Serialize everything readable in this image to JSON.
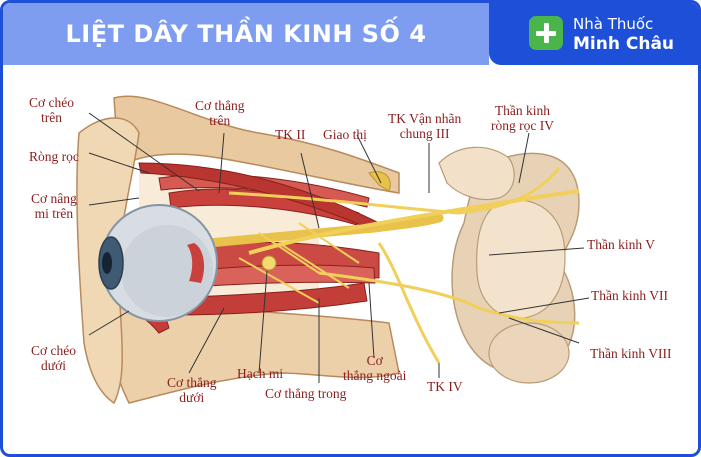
{
  "header": {
    "title": "LIỆT DÂY THẦN KINH SỐ 4"
  },
  "brand": {
    "line1": "Nhà Thuốc",
    "line2": "Minh Châu",
    "icon": "plus-icon",
    "color": "#1d4fd8",
    "accent": "#49b54a"
  },
  "labels": {
    "co_cheo_tren_1": "Cơ chéo",
    "co_cheo_tren_2": "trên",
    "rong_roc": "Ròng rọc",
    "co_nang_1": "Cơ nâng",
    "co_nang_2": "mi trên",
    "co_cheo_duoi_1": "Cơ chéo",
    "co_cheo_duoi_2": "dưới",
    "co_thang_tren_1": "Cơ thẳng",
    "co_thang_tren_2": "trên",
    "tk2": "TK II",
    "giao_thi": "Giao thị",
    "tk3_1": "TK Vận nhãn",
    "tk3_2": "chung III",
    "tk4_top_1": "Thần kinh",
    "tk4_top_2": "ròng rọc IV",
    "tk5": "Thần kinh V",
    "tk7": "Thần kinh VII",
    "tk8": "Thần kinh VIII",
    "co_thang_duoi_1": "Cơ thẳng",
    "co_thang_duoi_2": "dưới",
    "hach_mi": "Hạch mi",
    "co_thang_trong": "Cơ thẳng trong",
    "co_thang_ngoai_1": "Cơ",
    "co_thang_ngoai_2": "thẳng ngoài",
    "tk4_bottom": "TK IV"
  }
}
